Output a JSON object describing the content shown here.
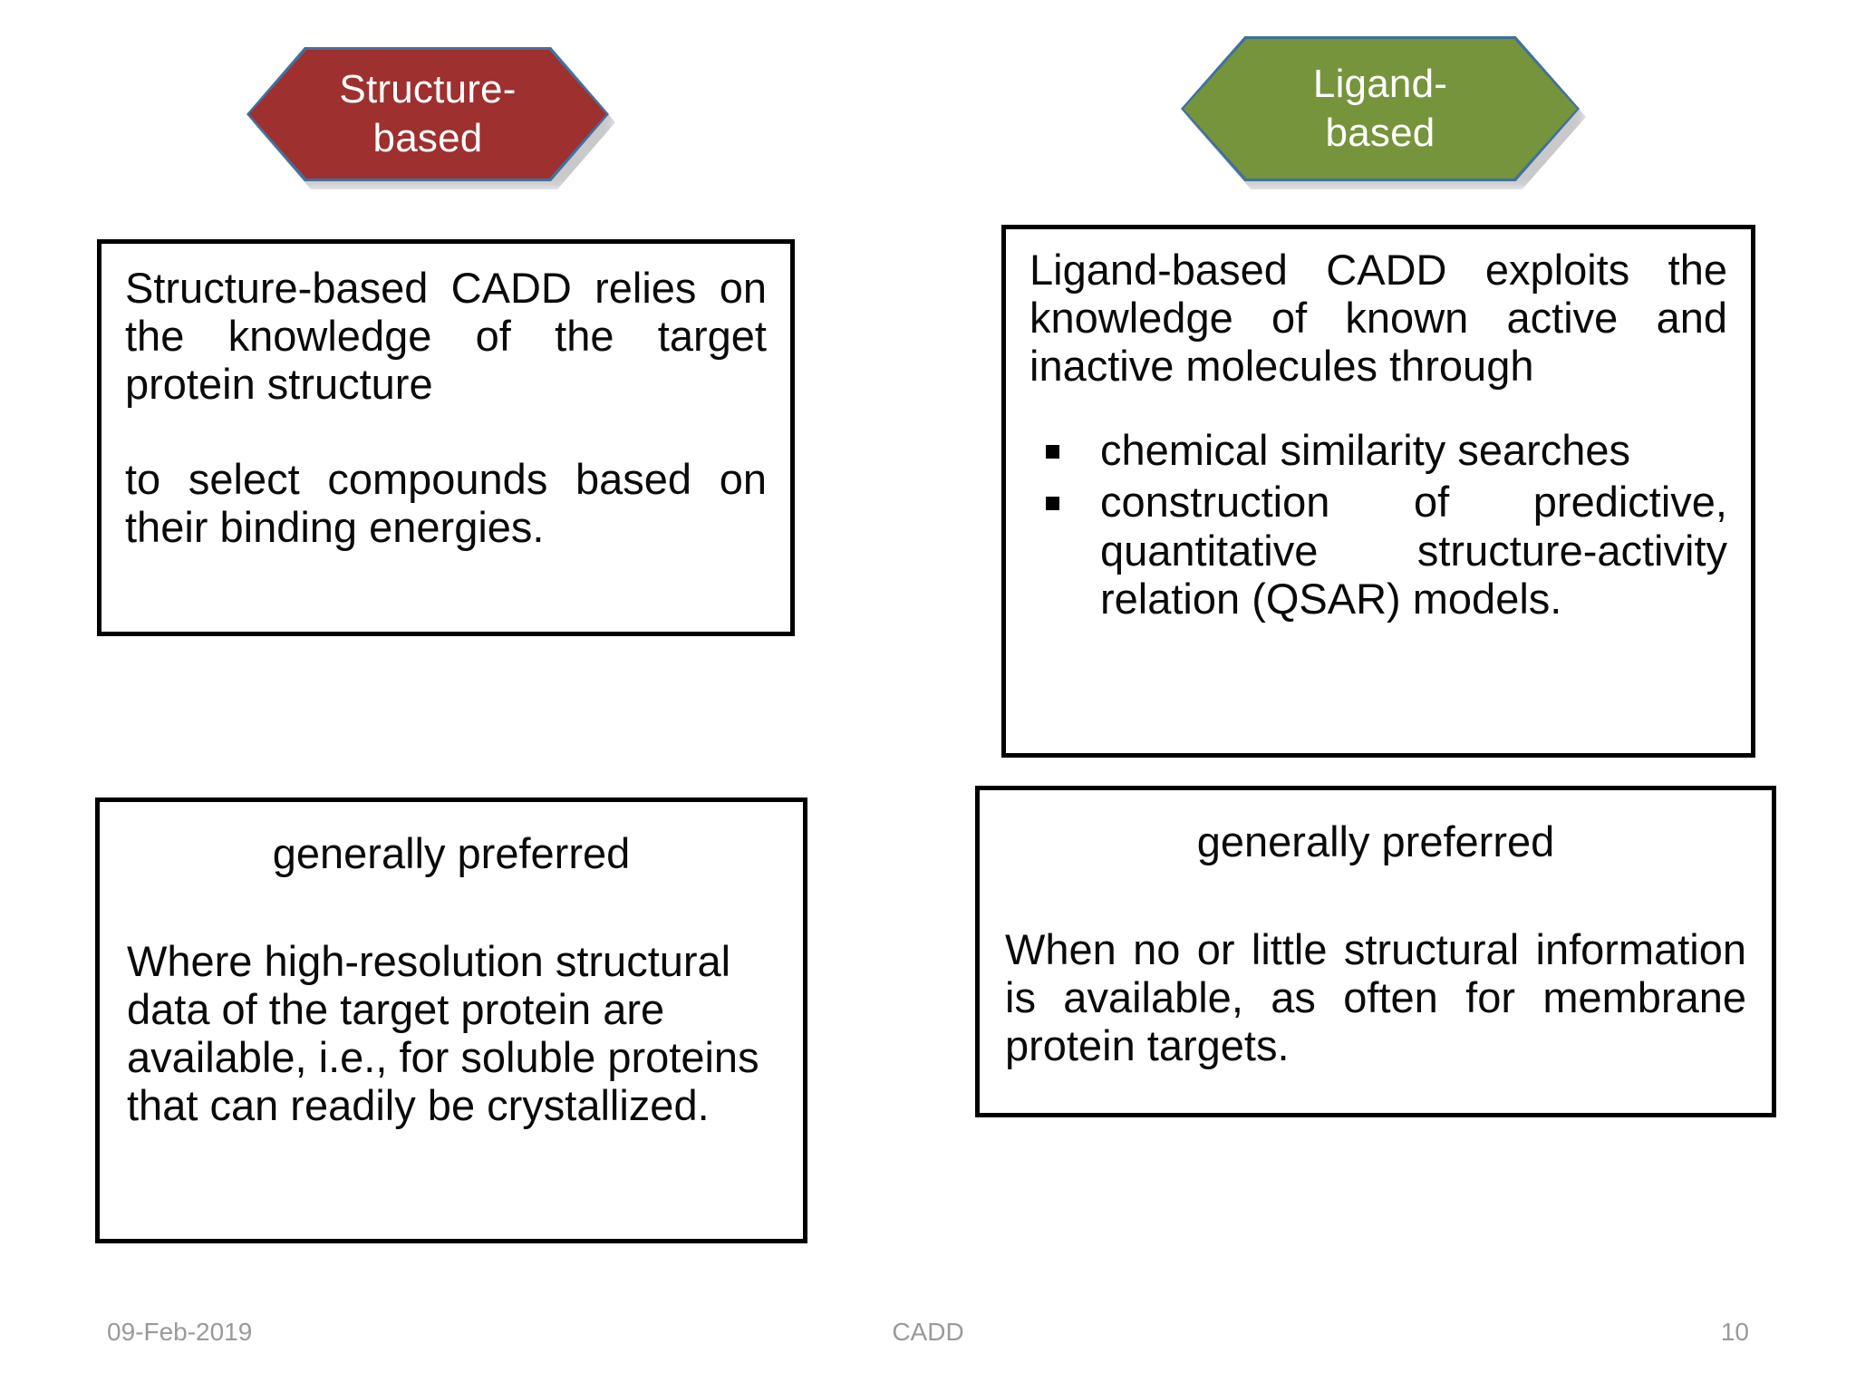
{
  "slide": {
    "background": "#ffffff",
    "accent_red": "#9E3030",
    "accent_green": "#76943C",
    "border_blue": "#41719C",
    "box_border": "#000000",
    "footer_color": "#9a9a9a"
  },
  "headers": {
    "left": {
      "label": "Structure-\nbased",
      "fill": "#9E3030"
    },
    "right": {
      "label": "Ligand-\nbased",
      "fill": "#76943C"
    }
  },
  "boxes": {
    "structure_definition": {
      "paragraph_1": "Structure-based CADD relies on the knowledge of the target protein structure",
      "paragraph_2": "to select compounds based on their binding energies."
    },
    "ligand_definition": {
      "paragraph_1": "Ligand-based CADD exploits the knowledge of known active and inactive molecules through",
      "bullets": [
        "chemical similarity searches",
        "construction of predictive, quantitative structure-activity relation (QSAR) models."
      ]
    },
    "structure_preference": {
      "heading": "generally preferred",
      "body": "Where high-resolution structural data of the target protein are available, i.e., for soluble proteins that can readily be crystallized."
    },
    "ligand_preference": {
      "heading": "generally preferred",
      "body": "When no or little structural information is available, as often for membrane protein targets."
    }
  },
  "footer": {
    "date": "09-Feb-2019",
    "title": "CADD",
    "page_number": "10"
  }
}
